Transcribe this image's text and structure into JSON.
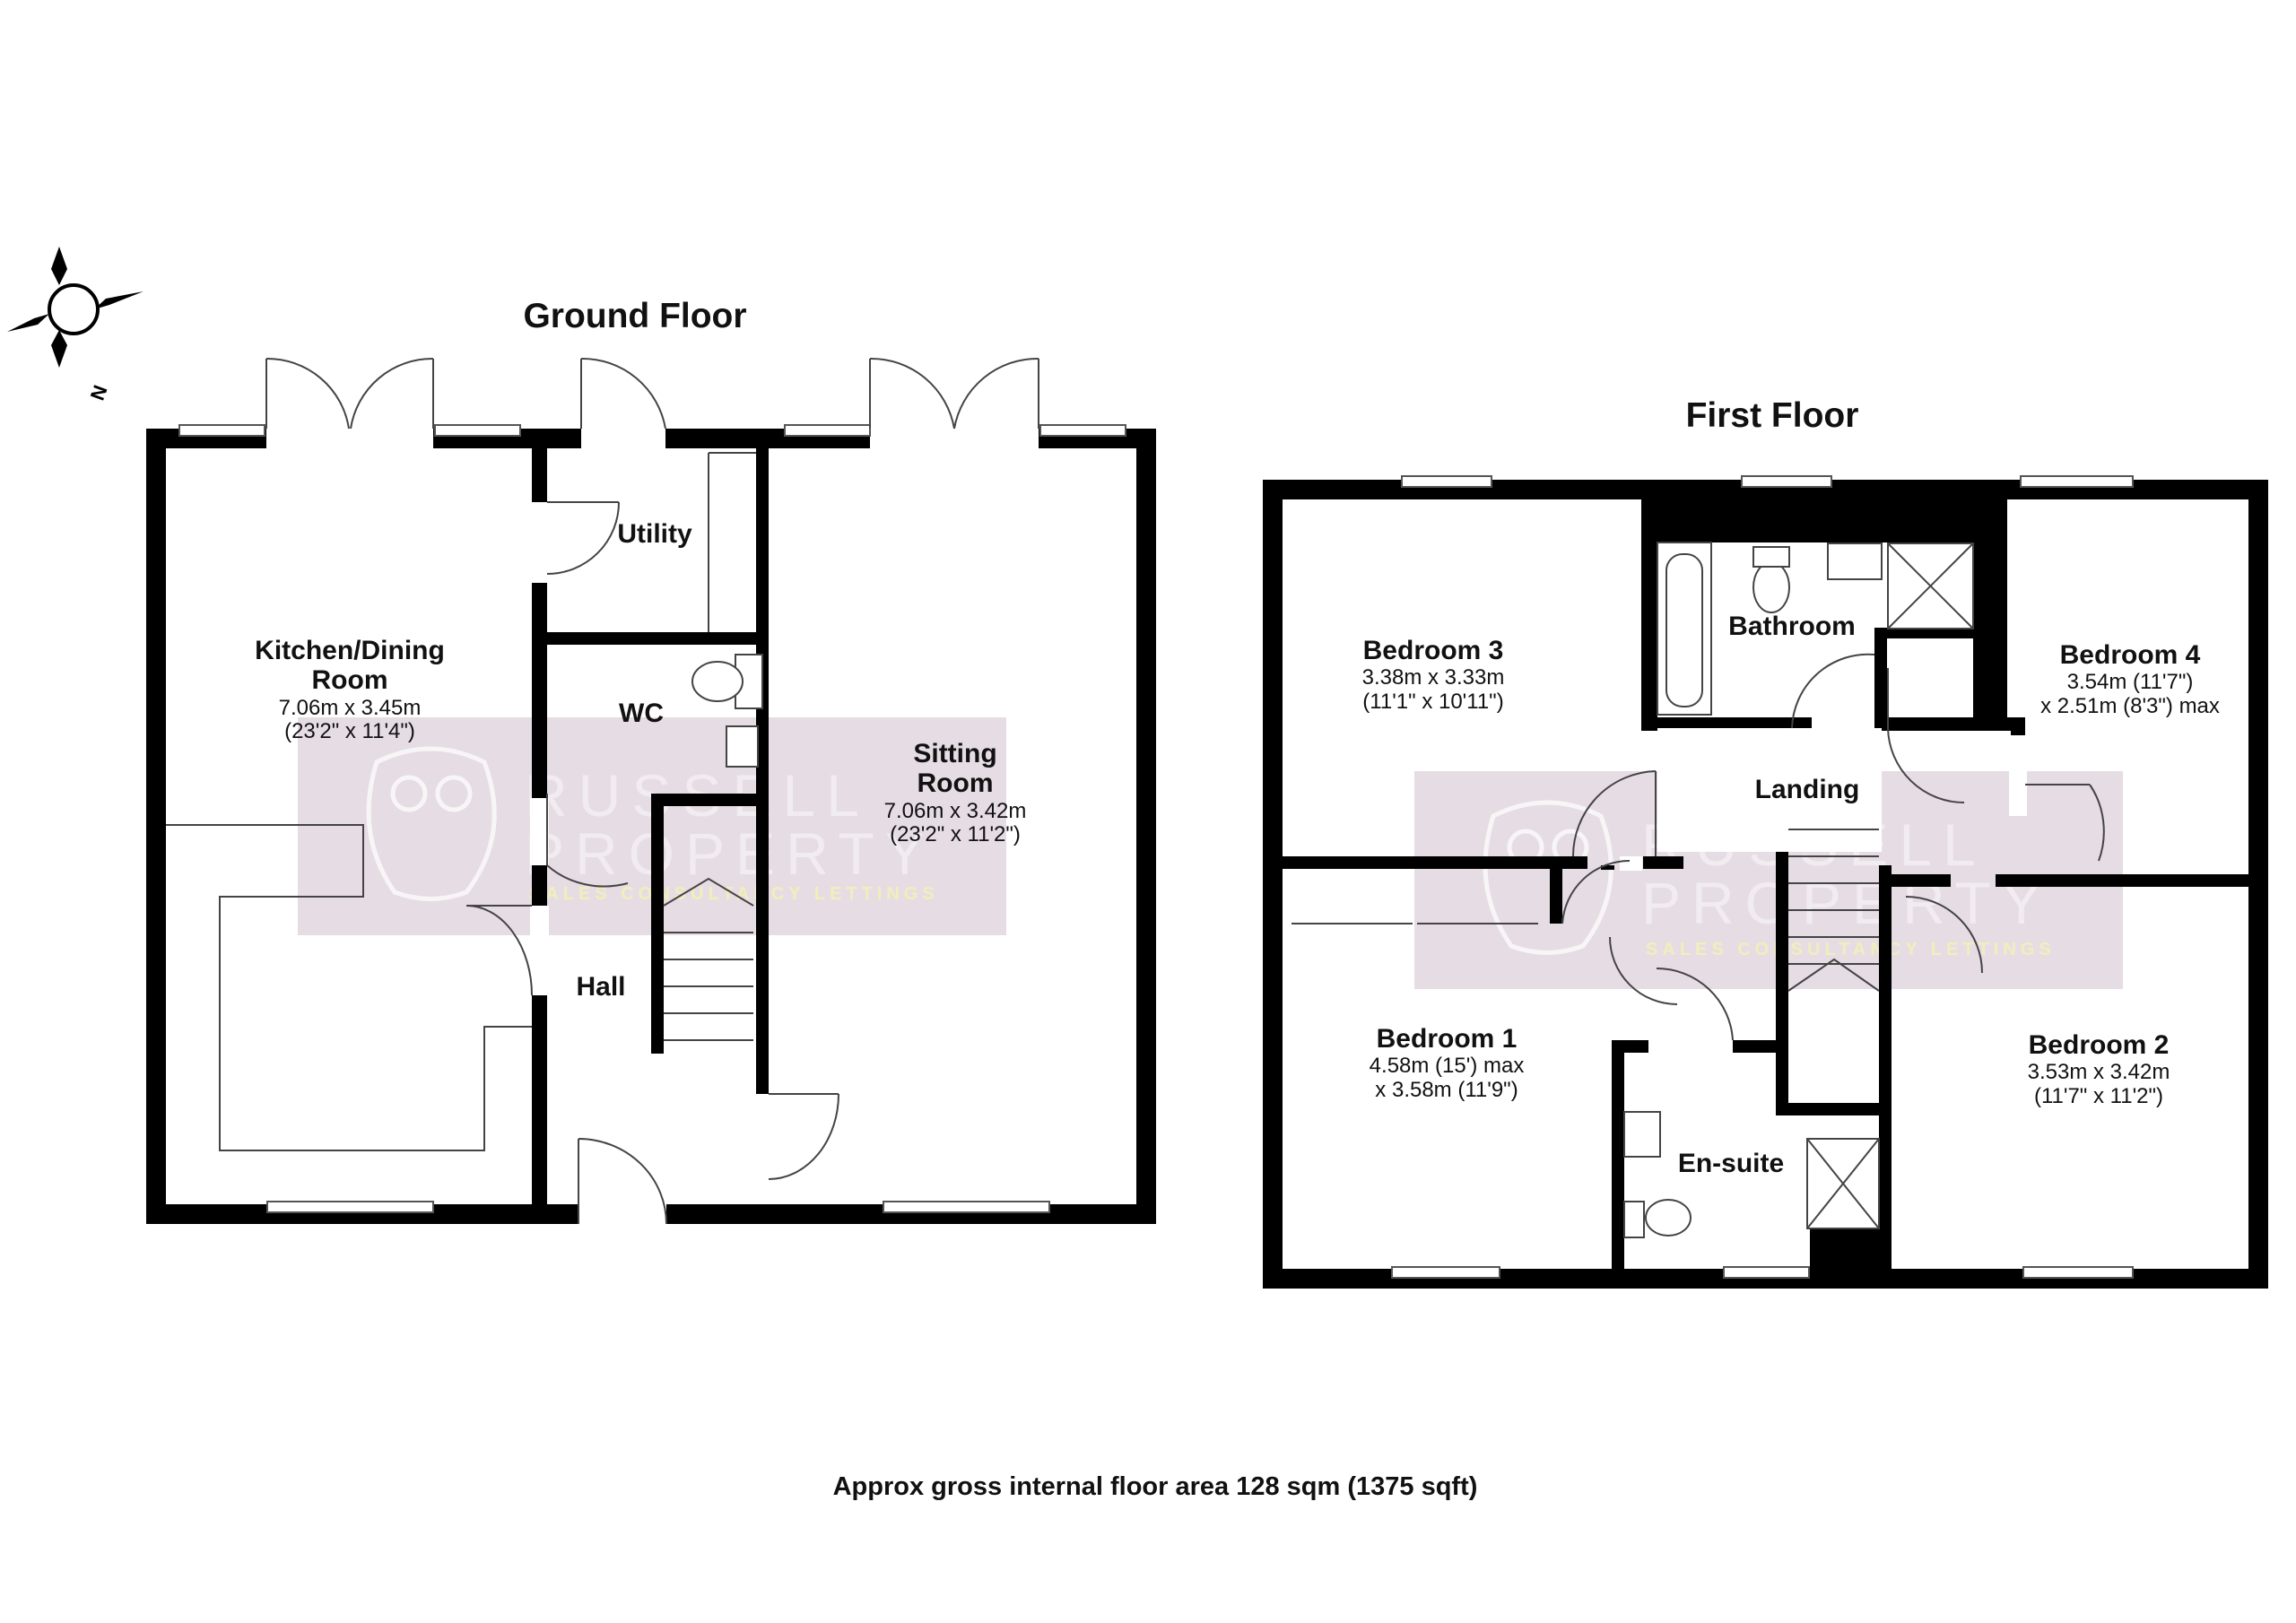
{
  "floors": [
    {
      "title": "Ground Floor"
    },
    {
      "title": "First Floor"
    }
  ],
  "compass": {
    "label": "N"
  },
  "rooms": {
    "kitchen": {
      "name_line1": "Kitchen/Dining",
      "name_line2": "Room",
      "dim_metric": "7.06m x 3.45m",
      "dim_imperial": "(23'2\" x 11'4\")"
    },
    "utility": {
      "name": "Utility"
    },
    "wc": {
      "name": "WC"
    },
    "sitting": {
      "name_line1": "Sitting",
      "name_line2": "Room",
      "dim_metric": "7.06m x 3.42m",
      "dim_imperial": "(23'2\" x 11'2\")"
    },
    "hall": {
      "name": "Hall"
    },
    "bedroom3": {
      "name": "Bedroom 3",
      "dim_metric": "3.38m x 3.33m",
      "dim_imperial": "(11'1\" x 10'11\")"
    },
    "bathroom": {
      "name": "Bathroom"
    },
    "bedroom4": {
      "name": "Bedroom 4",
      "dim_line1": "3.54m (11'7\")",
      "dim_line2": "x 2.51m (8'3\") max"
    },
    "landing": {
      "name": "Landing"
    },
    "bedroom1": {
      "name": "Bedroom 1",
      "dim_line1": "4.58m (15') max",
      "dim_line2": "x 3.58m (11'9\")"
    },
    "ensuite": {
      "name": "En-suite"
    },
    "bedroom2": {
      "name": "Bedroom 2",
      "dim_metric": "3.53m x 3.42m",
      "dim_imperial": "(11'7\" x 11'2\")"
    }
  },
  "watermark": {
    "line1": "RUSSELL",
    "line2": "PROPERTY",
    "tagline": "SALES CONSULTANCY LETTINGS"
  },
  "footer": {
    "text": "Approx gross internal floor area 128 sqm (1375 sqft)"
  },
  "colors": {
    "wall": "#000000",
    "watermark_bg": "#e6dde4",
    "watermark_tag": "#f4f2b0"
  }
}
